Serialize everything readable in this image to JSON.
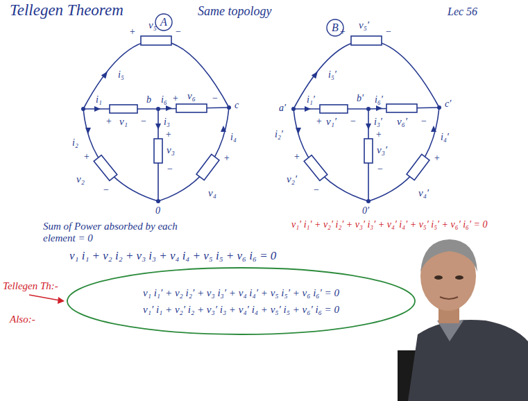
{
  "diagram": {
    "title": "Tellegen Theorem",
    "nodes": [
      {
        "text": [
          "v₁ i₁′ + v₂ i₂′ + v₃ i₃′ + v₄ i₄′ + v₅ i₅′ + v₆ i₆′ = 0",
          "v₁′ i₁ + v₂′ i₂ + v₃′ i₃ + v₄′ i₄ + v₅′ i₅ + v₆′ i₆ = 0"
        ]
      }
    ],
    "labels": [
      "Same topology",
      "A",
      "B",
      "Lec 56",
      "+",
      "v₅",
      "−",
      "i₅",
      "i₁",
      "b",
      "i₆",
      "+",
      "v₆",
      "−",
      "c",
      "+",
      "v₁",
      "−",
      "i₃",
      "+",
      "v₃",
      "−",
      "i₂",
      "+",
      "v₂",
      "−",
      "i₄",
      "+",
      "v₄",
      "0",
      "+",
      "v₅′",
      "−",
      "i₅′",
      "a′",
      "i₁′",
      "b′",
      "i₆′",
      "c′",
      "i₂′",
      "+",
      "v₁′",
      "−",
      "i₃′",
      "+",
      "v₃′",
      "−",
      "v₆′",
      "−",
      "i₄′",
      "+",
      "v₄′",
      "+",
      "v₂′",
      "−",
      "0′",
      "v₁′ i₁′ + v₂′ i₂′ + v₃′ i₃′ + v₄′ i₄′ + v₅′ i₅′ + v₆′ i₆′ = 0",
      "Sum of Power absorbed by each element = 0",
      "v₁ i₁ + v₂ i₂ + v₃ i₃ + v₄ i₄ + v₅ i₅ + v₆ i₆ = 0",
      "Tellegen Th:-",
      "Also:-"
    ]
  }
}
